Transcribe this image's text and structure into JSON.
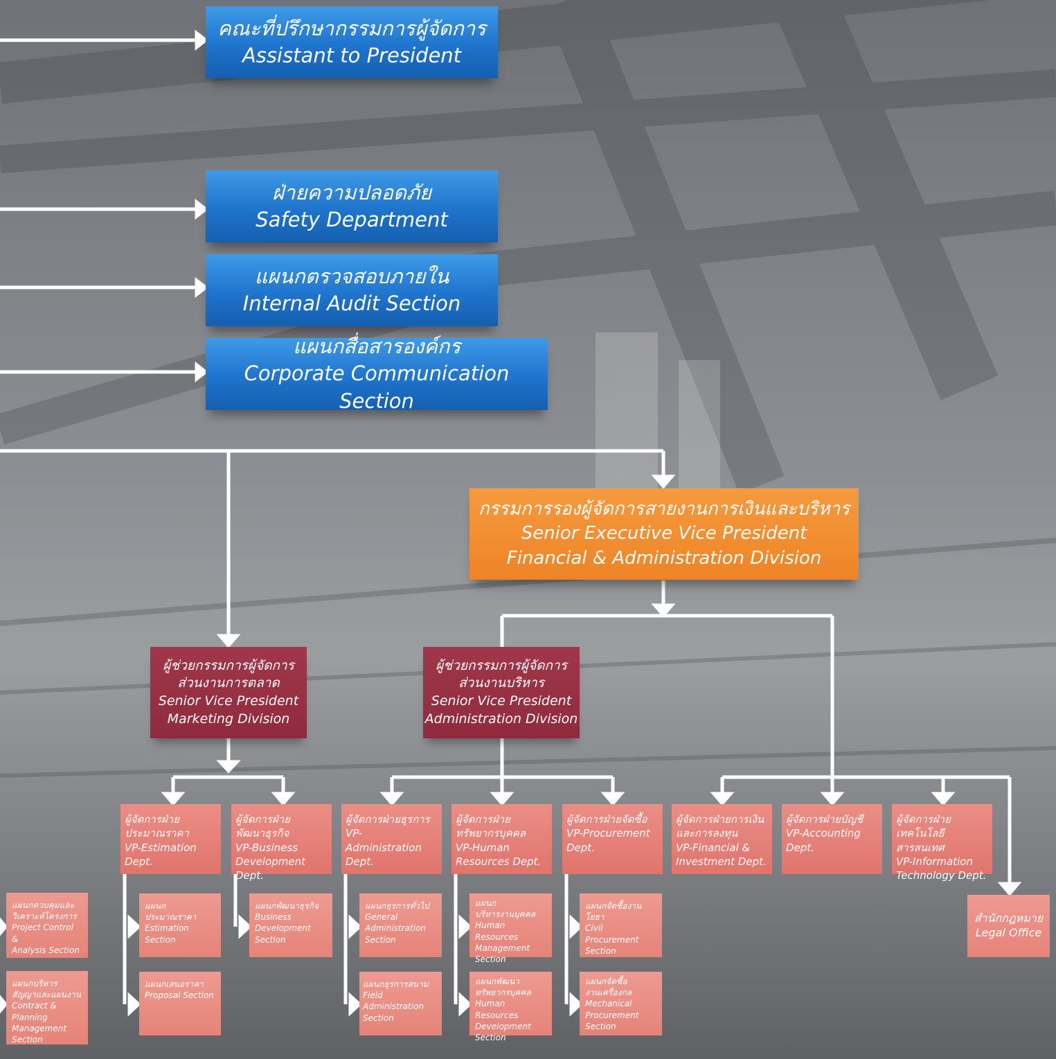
{
  "colors": {
    "blue": "#1f74cc",
    "orange": "#ee8426",
    "maroon": "#8f2a3d",
    "salmon": "#e0746c",
    "connector": "#ffffff"
  },
  "top_units": [
    {
      "th": "คณะที่ปรึกษากรรมการผู้จัดการ",
      "en": "Assistant to President"
    },
    {
      "th": "ฝ่ายความปลอดภัย",
      "en": "Safety Department"
    },
    {
      "th": "แผนกตรวจสอบภายใน",
      "en": "Internal Audit Section"
    },
    {
      "th": "แผนกสื่อสารองค์กร",
      "en": "Corporate Communication Section"
    }
  ],
  "sevp": {
    "th": "กรรมการรองผู้จัดการสายงานการเงินและบริหาร",
    "en1": "Senior Executive Vice President",
    "en2": "Financial & Administration Division"
  },
  "svp_marketing": {
    "th1": "ผู้ช่วยกรรมการผู้จัดการ",
    "th2": "ส่วนงานการตลาด",
    "en1": "Senior Vice President",
    "en2": "Marketing Division"
  },
  "svp_admin": {
    "th1": "ผู้ช่วยกรรมการผู้จัดการ",
    "th2": "ส่วนงานบริหาร",
    "en1": "Senior Vice President",
    "en2": "Administration Division"
  },
  "departments": [
    {
      "l1": "ผู้จัดการฝ่าย",
      "l2": "ประมาณราคา",
      "l3": "VP-Estimation Dept.",
      "l4": ""
    },
    {
      "l1": "ผู้จัดการฝ่าย",
      "l2": "พัฒนาธุรกิจ",
      "l3": "VP-Business",
      "l4": "Development Dept."
    },
    {
      "l1": "ผู้จัดการฝ่ายธุรการ",
      "l2": "VP-Administration",
      "l3": "Dept.",
      "l4": ""
    },
    {
      "l1": "ผู้จัดการฝ่าย",
      "l2": "ทรัพยากรบุคคล",
      "l3": "VP-Human",
      "l4": "Resources Dept."
    },
    {
      "l1": "ผู้จัดการฝ่ายจัดซื้อ",
      "l2": "VP-Procurement",
      "l3": "Dept.",
      "l4": ""
    },
    {
      "l1": "ผู้จัดการฝ่ายการเงิน",
      "l2": "และการลงทุน",
      "l3": "VP-Financial &",
      "l4": "Investment Dept."
    },
    {
      "l1": "ผู้จัดการฝ่ายบัญชี",
      "l2": "VP-Accounting",
      "l3": "Dept.",
      "l4": ""
    },
    {
      "l1": "ผู้จัดการฝ่าย",
      "l2": "เทคโนโลยี สารสนเทศ",
      "l3": "VP-Information",
      "l4": "Technology Dept."
    }
  ],
  "sections": [
    {
      "lines": [
        "แผนกควบคุมและ",
        "วิเคราะห์โครงการ",
        "Project Control &",
        "Analysis Section"
      ]
    },
    {
      "lines": [
        "แผนกบริหาร",
        "สัญญาและแผนงาน",
        "Contract &",
        "Planning",
        "Management",
        "Section"
      ]
    },
    {
      "lines": [
        "แผนก",
        "ประมาณราคา",
        "Estimation Section"
      ]
    },
    {
      "lines": [
        "แผนกเสนอราคา",
        "Proposal Section"
      ]
    },
    {
      "lines": [
        "แผนกพัฒนาธุรกิจ",
        "Business",
        "Development",
        "Section"
      ]
    },
    {
      "lines": [
        "แผนกธุรการทั่วไป",
        "General",
        "Administration",
        "Section"
      ]
    },
    {
      "lines": [
        "แผนกธุรการสนาม",
        "Field Administration",
        "Section"
      ]
    },
    {
      "lines": [
        "แผนก",
        "บริหารงานบุคคล",
        "Human Resources",
        "Management",
        "Section"
      ]
    },
    {
      "lines": [
        "แผนกพัฒนา",
        "ทรัพยากรบุคคล",
        "Human Resources",
        "Development",
        "Section"
      ]
    },
    {
      "lines": [
        "แผนกจัดซื้องานโยธา",
        "Civil Procurement",
        "Section"
      ]
    },
    {
      "lines": [
        "แผนกจัดซื้อ",
        "งานเครื่องกล",
        "Mechanical",
        "Procurement",
        "Section"
      ]
    }
  ],
  "legal": {
    "th": "สำนักกฎหมาย",
    "en": "Legal Office"
  }
}
